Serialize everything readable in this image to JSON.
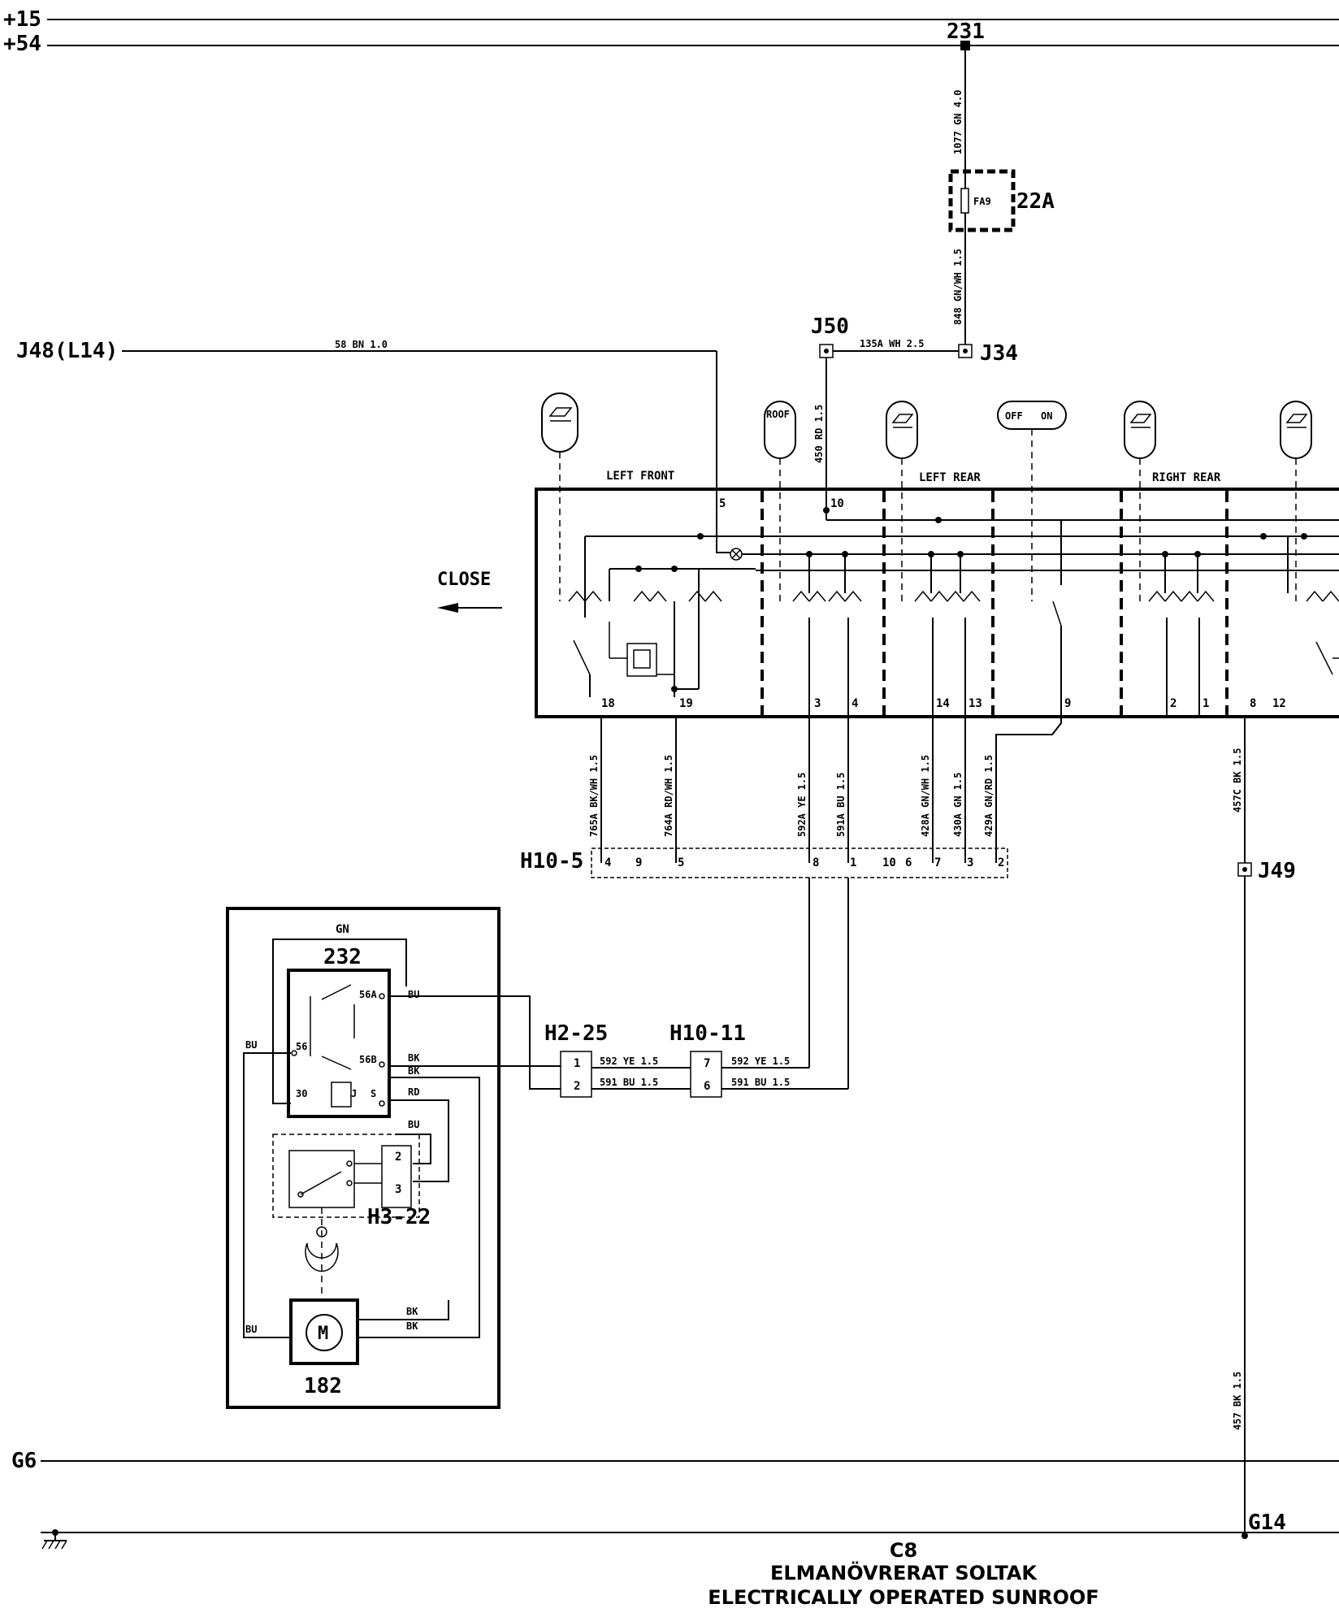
{
  "rails": {
    "plus15": "+15",
    "plus54": "+54",
    "g6": "G6"
  },
  "connectors": {
    "n231": "231",
    "fuse_box": "22A",
    "fuse": "FA9",
    "j34": "J34",
    "j48": "J48(L14)",
    "j50": "J50",
    "j49": "J49",
    "g14": "G14",
    "h10_5": "H10-5",
    "h2_25": "H2-25",
    "h10_11": "H10-11",
    "h3_22": "H3-22"
  },
  "wires": {
    "w1077": "1077 GN 4.0",
    "w848": "848 GN/WH 1.5",
    "w58": "58 BN 1.0",
    "w135a": "135A WH 2.5",
    "w450": "450 RD 1.5",
    "w765a": "765A BK/WH 1.5",
    "w764a": "764A RD/WH 1.5",
    "w592a": "592A YE 1.5",
    "w591a": "591A BU 1.5",
    "w428a": "428A GN/WH 1.5",
    "w430a": "430A GN 1.5",
    "w429a": "429A GN/RD 1.5",
    "w457c": "457C BK 1.5",
    "w457": "457 BK 1.5",
    "w592": "592 YE 1.5",
    "w591": "591 BU 1.5"
  },
  "panel": {
    "left_front": "LEFT FRONT",
    "left_rear": "LEFT REAR",
    "right_rear": "RIGHT REAR",
    "roof": "ROOF",
    "off": "OFF",
    "on": "ON",
    "close": "CLOSE",
    "pins": {
      "p5": "5",
      "p10": "10",
      "p18": "18",
      "p19": "19",
      "p3": "3",
      "p4": "4",
      "p14": "14",
      "p13": "13",
      "p9": "9",
      "p2": "2",
      "p1": "1",
      "p8": "8",
      "p12": "12"
    }
  },
  "h10_5_pins": [
    "4",
    "9",
    "5",
    "8",
    "1",
    "10",
    "6",
    "7",
    "3",
    "2"
  ],
  "h2_25_pins": [
    "1",
    "2"
  ],
  "h10_11_pins": [
    "7",
    "6"
  ],
  "h3_22_pins": [
    "2",
    "3"
  ],
  "module": {
    "id": "232",
    "motor_id": "182",
    "motor": "M",
    "gn": "GN",
    "bu": "BU",
    "bk": "BK",
    "rd": "RD",
    "t56a": "56A",
    "t56": "56",
    "t56b": "56B",
    "t30": "30",
    "tJ": "J",
    "tS": "S"
  },
  "title": {
    "code": "C8",
    "swedish": "ELMANÖVRERAT SOLTAK",
    "english": "ELECTRICALLY OPERATED SUNROOF"
  }
}
